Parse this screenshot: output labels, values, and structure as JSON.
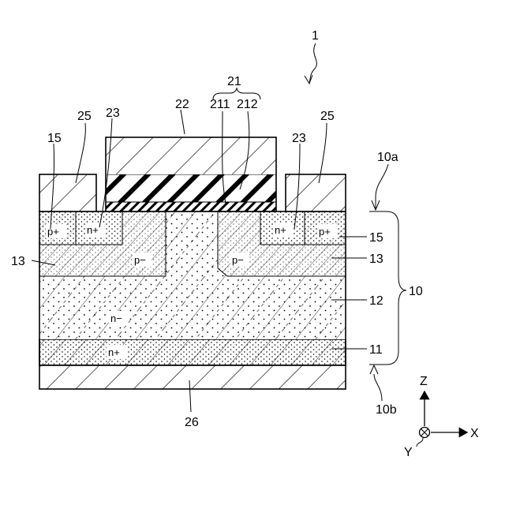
{
  "labels": {
    "device": "1",
    "gate_group": "21",
    "gate_electrode": "22",
    "gate_layer_211": "211",
    "gate_layer_212": "212",
    "source_electrode_left": "25",
    "source_electrode_right": "25",
    "source_region_left": "23",
    "source_region_right": "23",
    "contact_region_left": "15",
    "contact_region_right": "15",
    "body_region_left": "13",
    "body_region_right": "13",
    "drift_layer": "12",
    "substrate_layer": "11",
    "semiconductor_body": "10",
    "top_surface": "10a",
    "bottom_surface": "10b",
    "drain_electrode": "26"
  },
  "doping": {
    "p_plus_left": "p+",
    "n_plus_left": "n+",
    "p_minus_left": "p−",
    "n_plus_right": "n+",
    "p_plus_right": "p+",
    "p_minus_right": "p−",
    "n_minus": "n−",
    "n_plus_substrate": "n+"
  },
  "axes": {
    "z": "Z",
    "x": "X",
    "y": "Y"
  }
}
